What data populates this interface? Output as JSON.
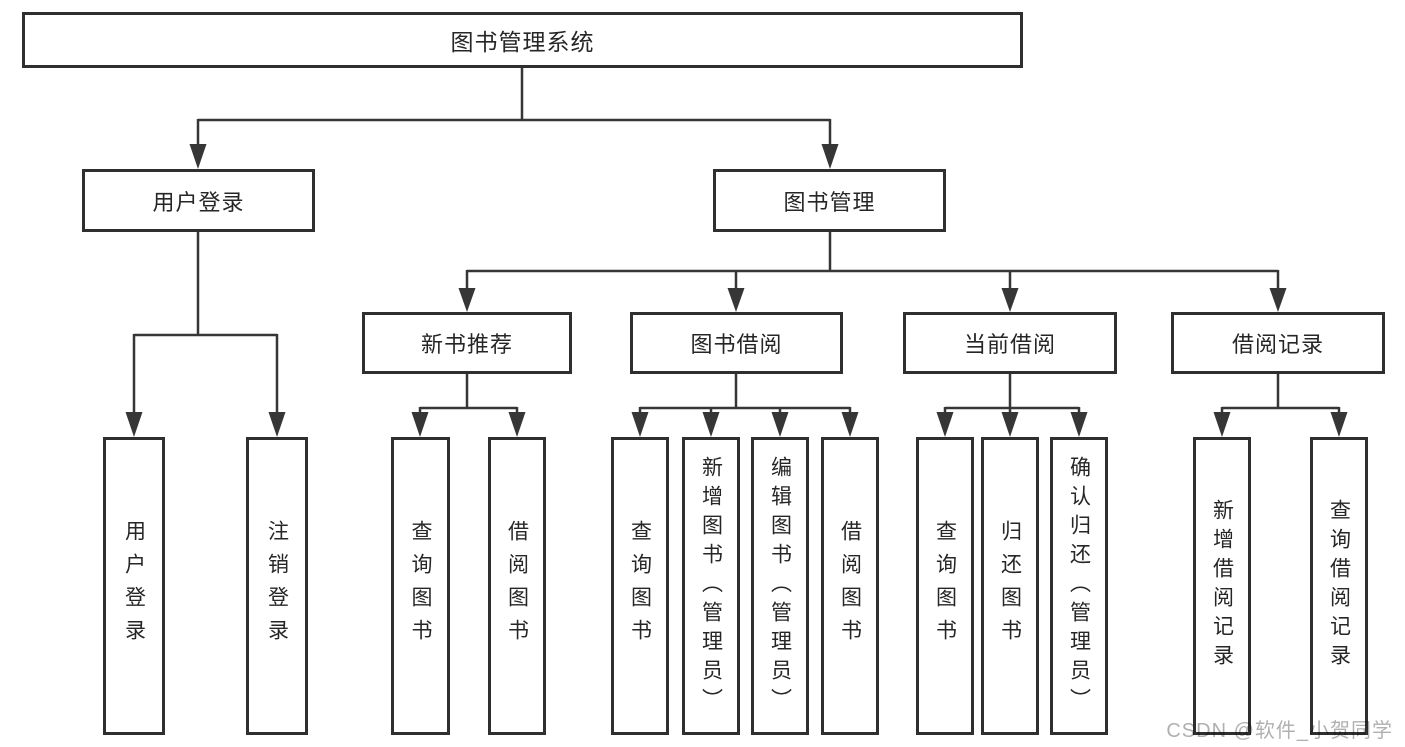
{
  "tree": {
    "root": {
      "label": "图书管理系统"
    },
    "branches": [
      {
        "label": "用户登录",
        "children": [
          {
            "label": "用户登录"
          },
          {
            "label": "注销登录"
          }
        ]
      },
      {
        "label": "图书管理",
        "children": [
          {
            "label": "新书推荐",
            "children": [
              {
                "label": "查询图书"
              },
              {
                "label": "借阅图书"
              }
            ]
          },
          {
            "label": "图书借阅",
            "children": [
              {
                "label": "查询图书"
              },
              {
                "label": "新增图书（管理员）"
              },
              {
                "label": "编辑图书（管理员）"
              },
              {
                "label": "借阅图书"
              }
            ]
          },
          {
            "label": "当前借阅",
            "children": [
              {
                "label": "查询图书"
              },
              {
                "label": "归还图书"
              },
              {
                "label": "确认归还（管理员）"
              }
            ]
          },
          {
            "label": "借阅记录",
            "children": [
              {
                "label": "新增借阅记录"
              },
              {
                "label": "查询借阅记录"
              }
            ]
          }
        ]
      }
    ]
  },
  "watermark": "CSDN @软件_小贺同学",
  "colors": {
    "line": "#363636",
    "box_border": "#2f2f2f",
    "text": "#262626",
    "watermark": "#b0b0b0",
    "background": "#ffffff"
  }
}
